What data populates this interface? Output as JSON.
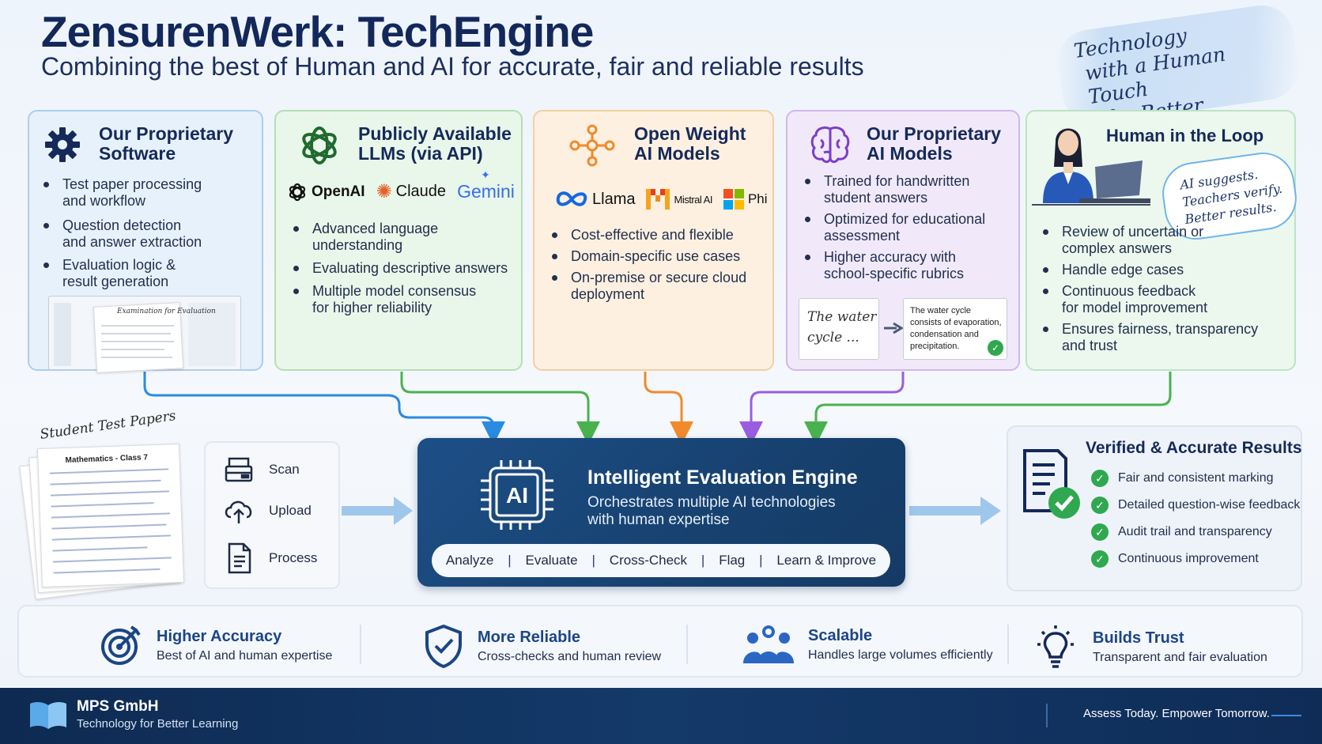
{
  "header": {
    "title": "ZensurenWerk: TechEngine",
    "subtitle": "Combining the best of Human and AI for accurate, fair and reliable results",
    "tagline": [
      "Technology",
      "with a Human Touch",
      "for Better Learning"
    ]
  },
  "cards": [
    {
      "title": [
        "Our Proprietary",
        "Software"
      ],
      "icon": "gear-icon",
      "bullets": [
        [
          "Test paper processing",
          "and workflow"
        ],
        [
          "Question detection",
          "and answer extraction"
        ],
        [
          "Evaluation logic &",
          "result generation"
        ]
      ],
      "screenshot_heading": "Examination for Evaluation"
    },
    {
      "title": [
        "Publicly Available",
        "LLMs (via API)"
      ],
      "icon": "openai-knot-icon",
      "logos": [
        "OpenAI",
        "Claude",
        "Gemini"
      ],
      "bullets": [
        [
          "Advanced language",
          "understanding"
        ],
        [
          "Evaluating descriptive answers"
        ],
        [
          "Multiple model consensus",
          "for higher reliability"
        ]
      ]
    },
    {
      "title": [
        "Open Weight",
        "AI Models"
      ],
      "icon": "network-nodes-icon",
      "logos": [
        "Llama",
        "Mistral AI",
        "Phi"
      ],
      "bullets": [
        [
          "Cost-effective and flexible"
        ],
        [
          "Domain-specific use cases"
        ],
        [
          "On-premise or secure cloud",
          "deployment"
        ]
      ]
    },
    {
      "title": [
        "Our Proprietary",
        "AI Models"
      ],
      "icon": "brain-icon",
      "bullets": [
        [
          "Trained for handwritten",
          "student answers"
        ],
        [
          "Optimized for educational",
          "assessment"
        ],
        [
          "Higher accuracy with",
          "school-specific rubrics"
        ]
      ],
      "handwriting_sample": [
        "The water",
        "cycle ..."
      ],
      "recognized_text": [
        "The water cycle",
        "consists of evaporation,",
        "condensation and",
        "precipitation."
      ]
    },
    {
      "title": [
        "Human in the Loop"
      ],
      "icon": "teacher-laptop-icon",
      "speech_bubble": [
        "AI suggests.",
        "Teachers verify.",
        "Better results."
      ],
      "bullets": [
        [
          "Review of uncertain or",
          "complex answers"
        ],
        [
          "Handle edge cases"
        ],
        [
          "Continuous feedback",
          "for model improvement"
        ],
        [
          "Ensures fairness, transparency",
          "and trust"
        ]
      ]
    }
  ],
  "input": {
    "label": "Student Test Papers",
    "paper_heading": "Mathematics - Class 7",
    "steps": [
      {
        "label": "Scan",
        "icon": "scanner-icon"
      },
      {
        "label": "Upload",
        "icon": "cloud-upload-icon"
      },
      {
        "label": "Process",
        "icon": "document-icon"
      }
    ]
  },
  "engine": {
    "chip_label": "AI",
    "title": "Intelligent Evaluation Engine",
    "subtitle": [
      "Orchestrates multiple AI technologies",
      "with human expertise"
    ],
    "actions": [
      "Analyze",
      "Evaluate",
      "Cross-Check",
      "Flag",
      "Learn & Improve"
    ]
  },
  "results": {
    "title": "Verified & Accurate Results",
    "items": [
      "Fair and consistent marking",
      "Detailed question-wise feedback",
      "Audit trail and transparency",
      "Continuous improvement"
    ]
  },
  "benefits": [
    {
      "title": "Higher Accuracy",
      "subtitle": "Best of AI and human expertise",
      "icon": "target-icon"
    },
    {
      "title": "More Reliable",
      "subtitle": "Cross-checks and human review",
      "icon": "shield-check-icon"
    },
    {
      "title": "Scalable",
      "subtitle": "Handles large volumes efficiently",
      "icon": "people-group-icon"
    },
    {
      "title": "Builds Trust",
      "subtitle": "Transparent and fair evaluation",
      "icon": "lightbulb-icon"
    }
  ],
  "footer": {
    "company": "MPS GmbH",
    "company_sub": "Technology for Better Learning",
    "slogan": "Assess Today. Empower Tomorrow."
  },
  "colors": {
    "navy": "#13285a",
    "engine": "#1d4f87",
    "blue_arrow": "#2a8be0",
    "green_arrow": "#49b24f",
    "orange_arrow": "#f08a2c",
    "purple_arrow": "#9a5de0",
    "check_green": "#2fa84f"
  }
}
